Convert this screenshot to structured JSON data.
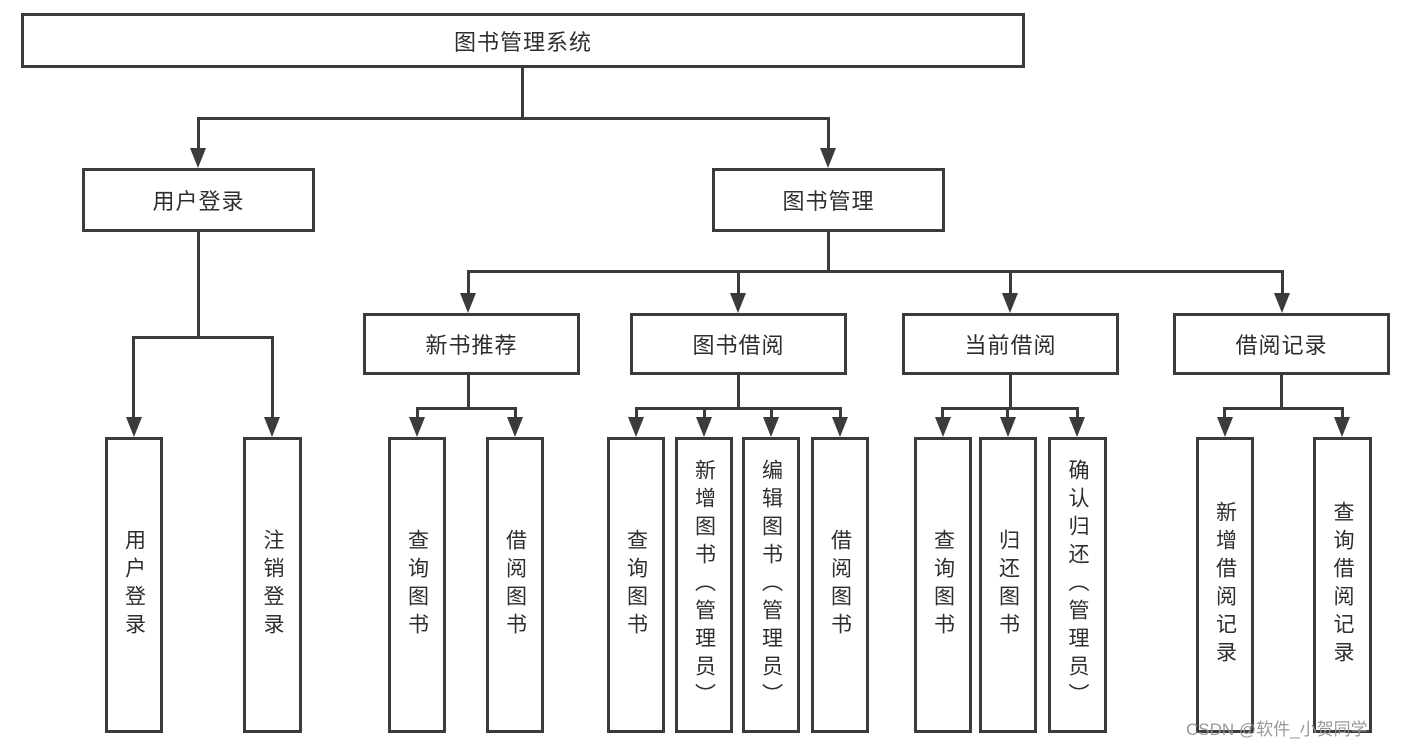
{
  "tree": {
    "label": "图书管理系统",
    "children": [
      {
        "label": "用户登录",
        "children": [
          {
            "label": "用户登录"
          },
          {
            "label": "注销登录"
          }
        ]
      },
      {
        "label": "图书管理",
        "children": [
          {
            "label": "新书推荐",
            "children": [
              {
                "label": "查询图书"
              },
              {
                "label": "借阅图书"
              }
            ]
          },
          {
            "label": "图书借阅",
            "children": [
              {
                "label": "查询图书"
              },
              {
                "label": "新增图书（管理员）"
              },
              {
                "label": "编辑图书（管理员）"
              },
              {
                "label": "借阅图书"
              }
            ]
          },
          {
            "label": "当前借阅",
            "children": [
              {
                "label": "查询图书"
              },
              {
                "label": "归还图书"
              },
              {
                "label": "确认归还（管理员）"
              }
            ]
          },
          {
            "label": "借阅记录",
            "children": [
              {
                "label": "新增借阅记录"
              },
              {
                "label": "查询借阅记录"
              }
            ]
          }
        ]
      }
    ]
  },
  "watermark": "CSDN @软件_小贺同学",
  "colors": {
    "line": "#3b3b3b",
    "text": "#2e2e2e",
    "watermark": "#949494",
    "background": "#ffffff"
  }
}
